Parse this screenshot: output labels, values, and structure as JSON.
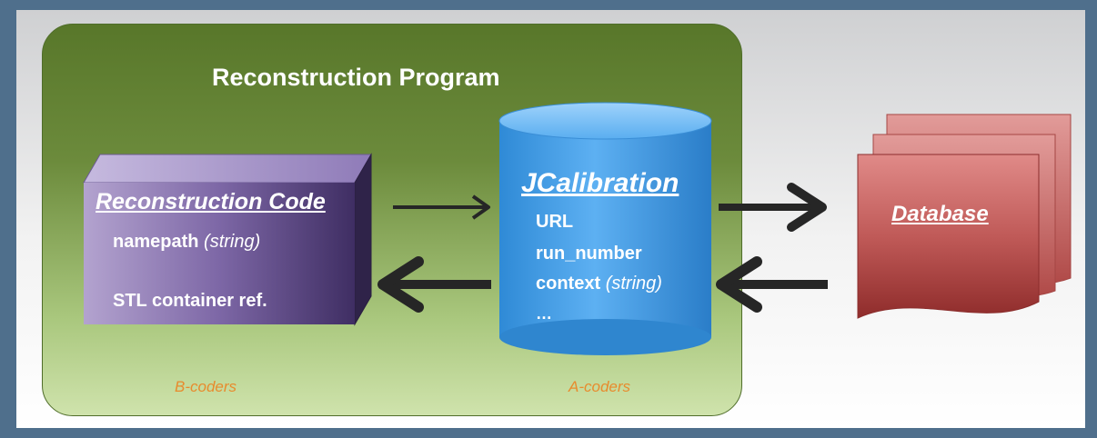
{
  "diagram": {
    "title": "Reconstruction Program",
    "reconstruction_code": {
      "title": "Reconstruction Code",
      "namepath_label": "namepath",
      "namepath_type": "(string)",
      "stl_label": "STL container ref."
    },
    "jcalibration": {
      "title": "JCalibration",
      "url": "URL",
      "run_number": "run_number",
      "context_label": "context",
      "context_type": "(string)",
      "ellipsis": "…"
    },
    "database": {
      "title": "Database"
    },
    "team_labels": {
      "b_coders": "B-coders",
      "a_coders": "A-coders"
    },
    "colors": {
      "program_green": "#6c8b3c",
      "code_purple": "#7d67a6",
      "calibration_blue": "#3f9ae0",
      "database_red": "#c05a58",
      "team_label_orange": "#e88b2d"
    },
    "arrows": [
      {
        "from": "Reconstruction Code",
        "to": "JCalibration",
        "style": "thin"
      },
      {
        "from": "JCalibration",
        "to": "Database",
        "style": "bold"
      },
      {
        "from": "Database",
        "to": "JCalibration",
        "style": "bold"
      },
      {
        "from": "JCalibration",
        "to": "Reconstruction Code",
        "style": "bold"
      }
    ]
  }
}
